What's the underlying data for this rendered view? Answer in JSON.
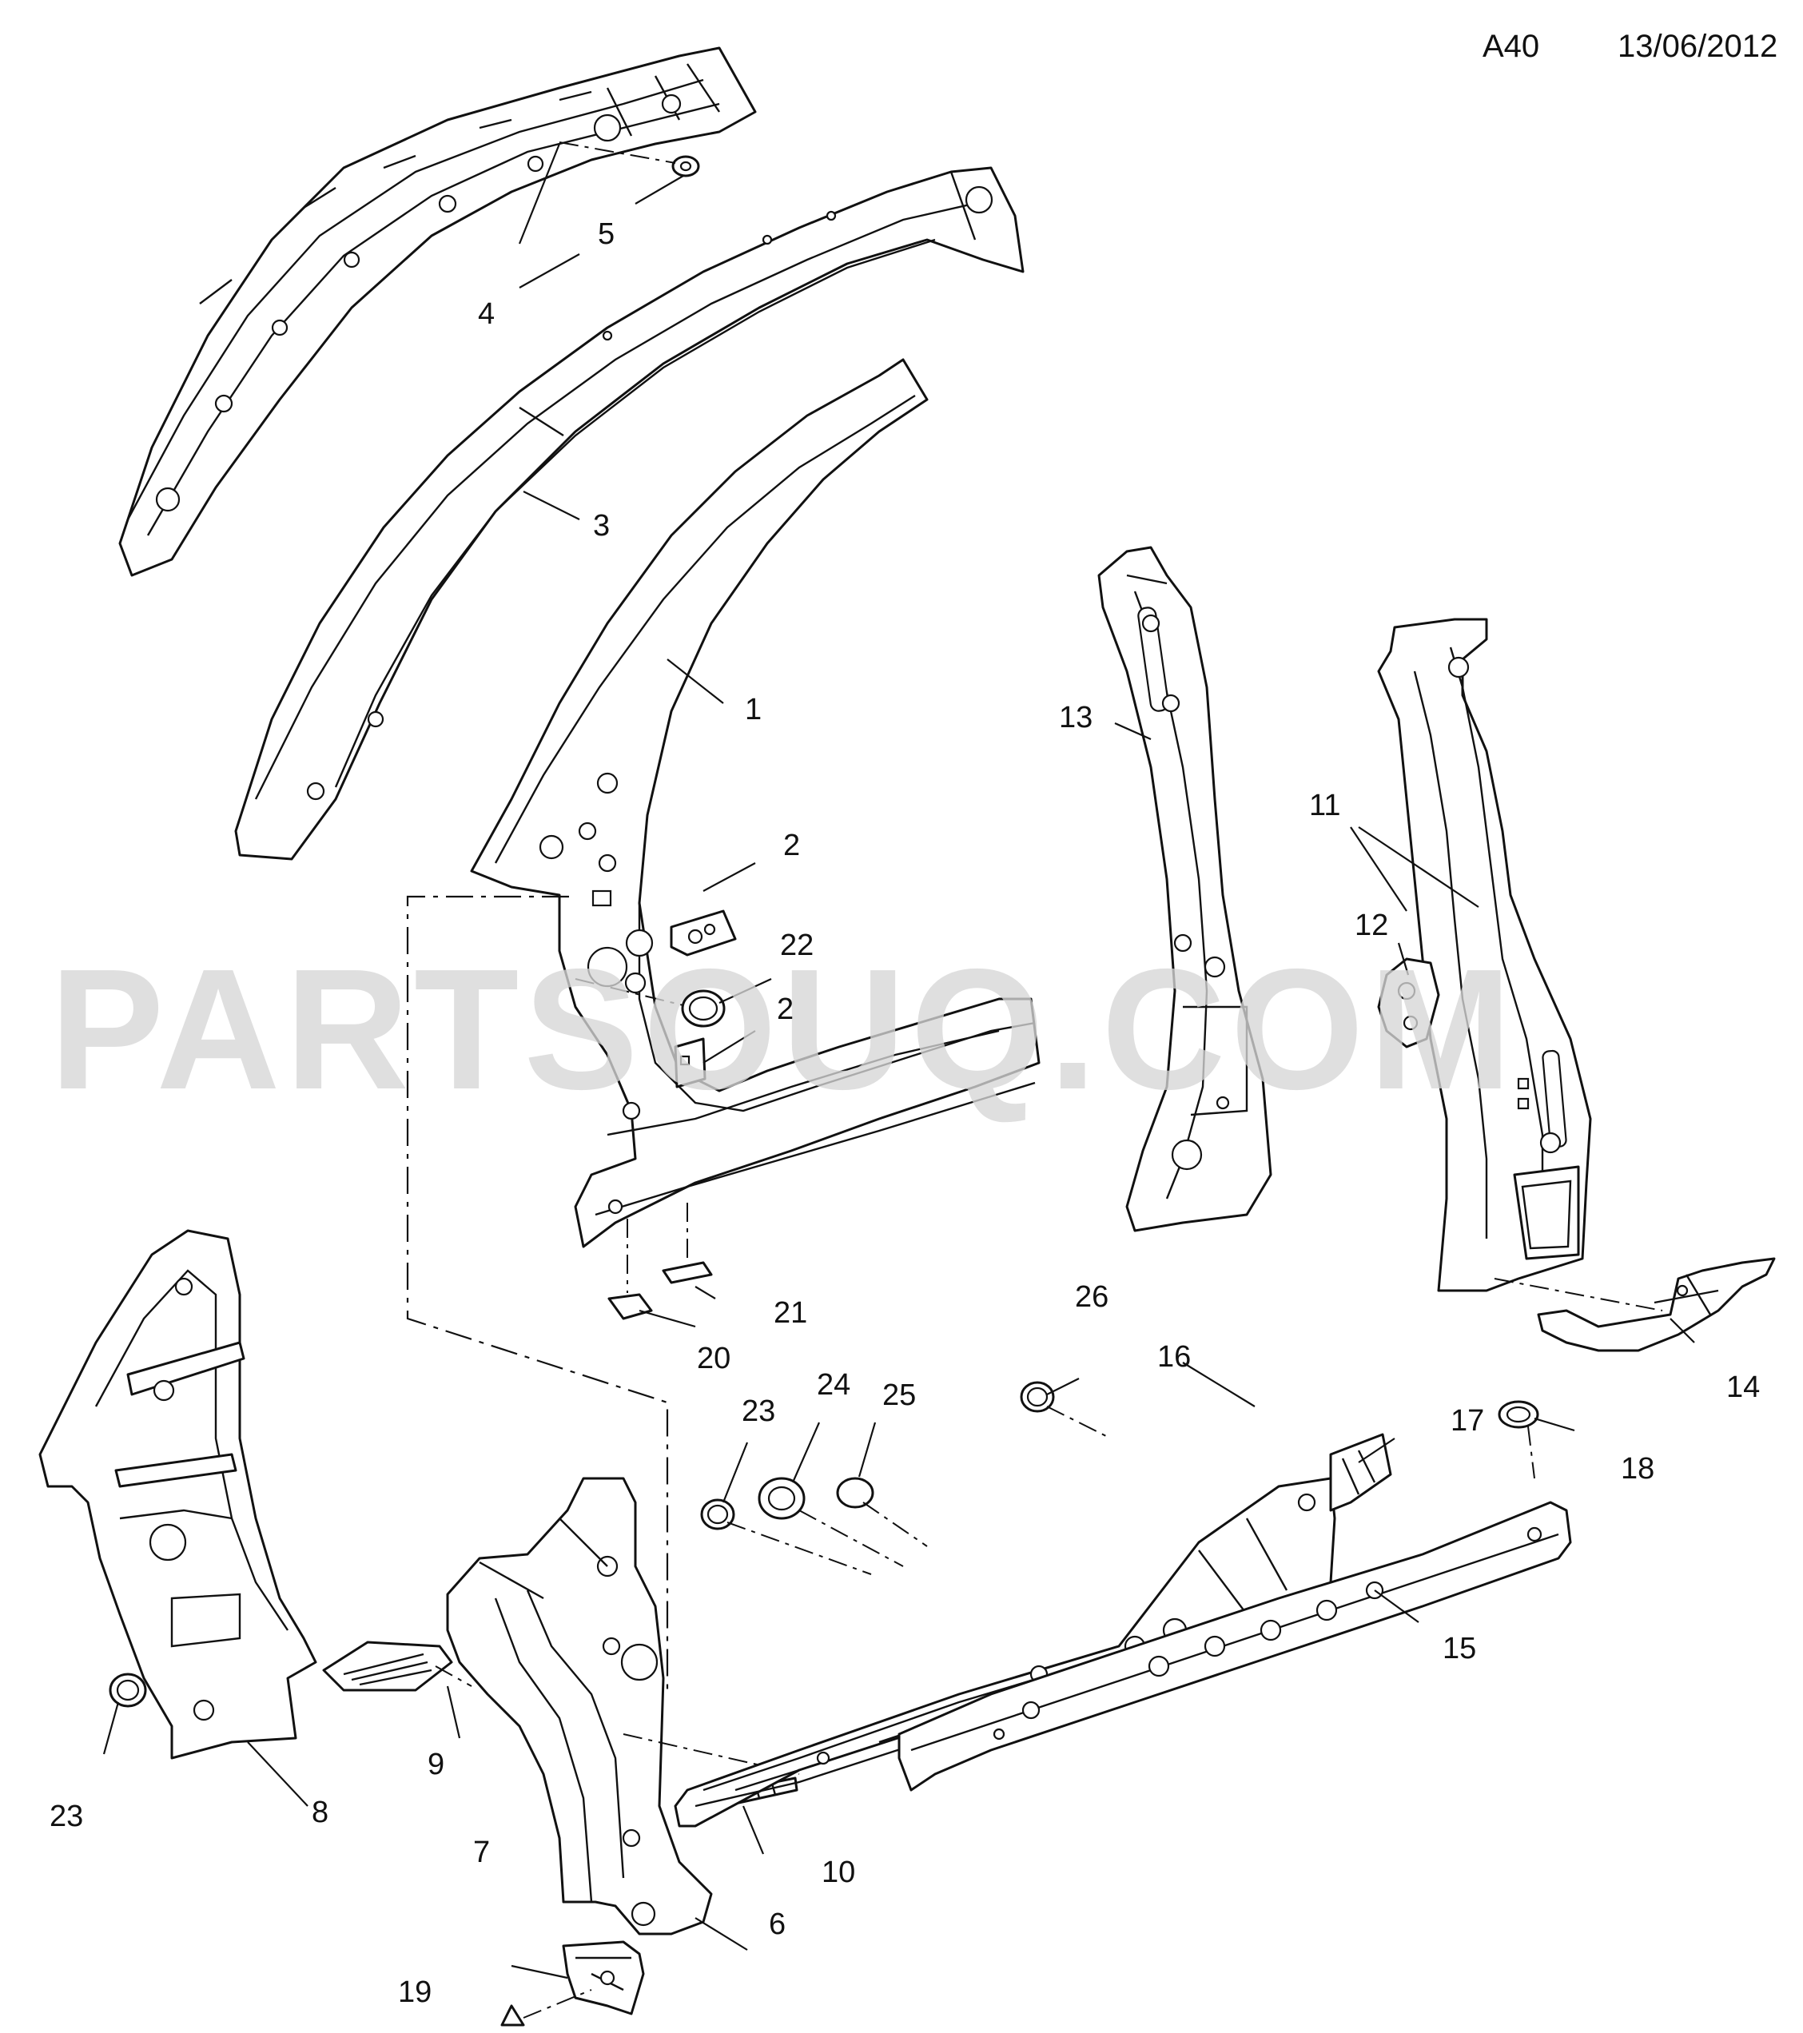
{
  "header": {
    "code": "A40",
    "date": "13/06/2012"
  },
  "watermark": "PARTSOUQ.COM",
  "callouts": [
    "1",
    "2",
    "2",
    "3",
    "4",
    "5",
    "6",
    "7",
    "8",
    "9",
    "10",
    "11",
    "12",
    "13",
    "14",
    "15",
    "16",
    "17",
    "18",
    "19",
    "20",
    "21",
    "22",
    "23",
    "23",
    "24",
    "25",
    "26"
  ]
}
